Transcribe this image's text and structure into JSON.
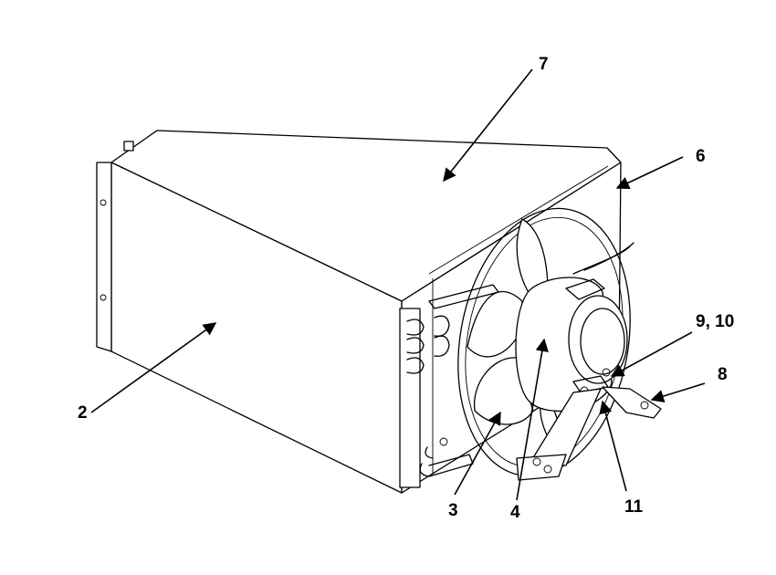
{
  "callouts": {
    "c2": "2",
    "c3": "3",
    "c4": "4",
    "c6": "6",
    "c7": "7",
    "c8": "8",
    "c9_10": "9, 10",
    "c11": "11"
  }
}
